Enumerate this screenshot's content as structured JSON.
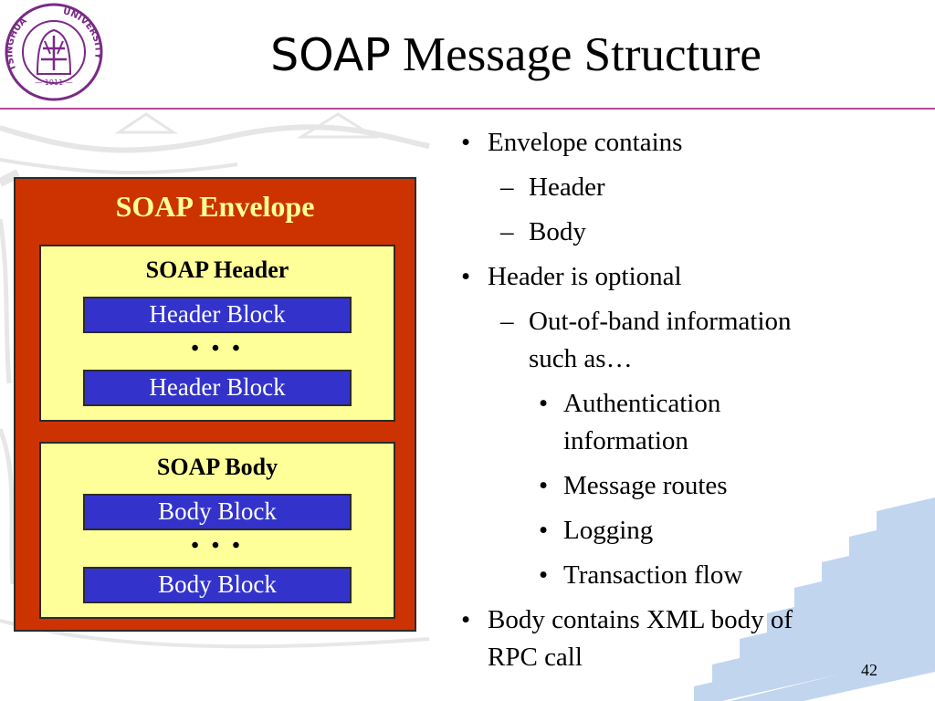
{
  "title": {
    "part1": "SOAP",
    "part2": "Message Structure"
  },
  "logo": {
    "text_left": "TSINGHUA",
    "text_right": "UNIVERSITY",
    "year": "1911"
  },
  "diagram": {
    "envelope_label": "SOAP Envelope",
    "header": {
      "label": "SOAP Header",
      "blocks": [
        "Header Block",
        "Header Block"
      ],
      "ellipsis": "• • •"
    },
    "body": {
      "label": "SOAP Body",
      "blocks": [
        "Body Block",
        "Body Block"
      ],
      "ellipsis": "• • •"
    }
  },
  "bullets": {
    "envelope_contains": "Envelope contains",
    "header": "Header",
    "body": "Body",
    "header_optional": "Header is optional",
    "out_of_band_1": "Out-of-band information",
    "out_of_band_2": "such as…",
    "auth_1": "Authentication",
    "auth_2": "information",
    "message_routes": "Message routes",
    "logging": "Logging",
    "transaction_flow": "Transaction flow",
    "body_contains_1": "Body contains XML body of",
    "body_contains_2": "RPC call"
  },
  "page_number": "42",
  "colors": {
    "envelope": "#cc3300",
    "section": "#ffff99",
    "block": "#3333cc",
    "rule": "#b44a99",
    "logo": "#7a2a86"
  }
}
